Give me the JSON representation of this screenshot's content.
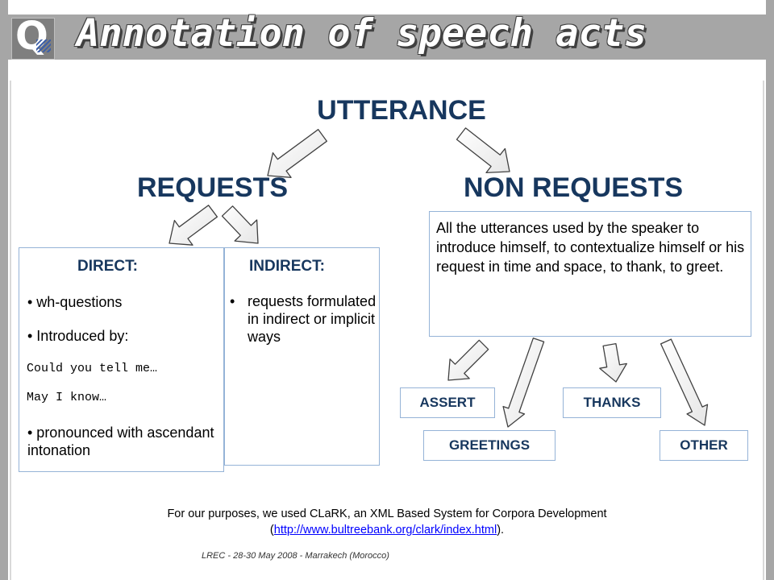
{
  "slide": {
    "title": "Annotation of speech acts"
  },
  "diagram": {
    "root": "UTTERANCE",
    "requests": "REQUESTS",
    "non_requests": "NON REQUESTS",
    "direct": {
      "title": "DIRECT:",
      "bullet1": "• wh-questions",
      "bullet2": "• Introduced by:",
      "example1": "Could you tell me…",
      "example2": "May I know…",
      "bullet3": "• pronounced with ascendant intonation"
    },
    "indirect": {
      "title": "INDIRECT:",
      "bullet_marker": "•",
      "bullet1": "requests formulated in indirect or implicit ways"
    },
    "non_requests_desc": "All the utterances used by the speaker to introduce  himself, to contextualize himself or his request in time and space, to thank, to greet.",
    "categories": {
      "assert": "ASSERT",
      "thanks": "THANKS",
      "greetings": "GREETINGS",
      "other": "OTHER"
    },
    "colors": {
      "heading": "#17375e",
      "box_border": "#95b3d7",
      "frame": "#a6a6a6"
    }
  },
  "footer": {
    "text_before": "For our purposes, we used CLaRK, an XML Based System for Corpora Development",
    "paren_open": "(",
    "link": "http://www.bultreebank.org/clark/index.html",
    "paren_close": ").",
    "conference": "LREC -  28-30 May 2008 - Marrakech (Morocco)"
  }
}
